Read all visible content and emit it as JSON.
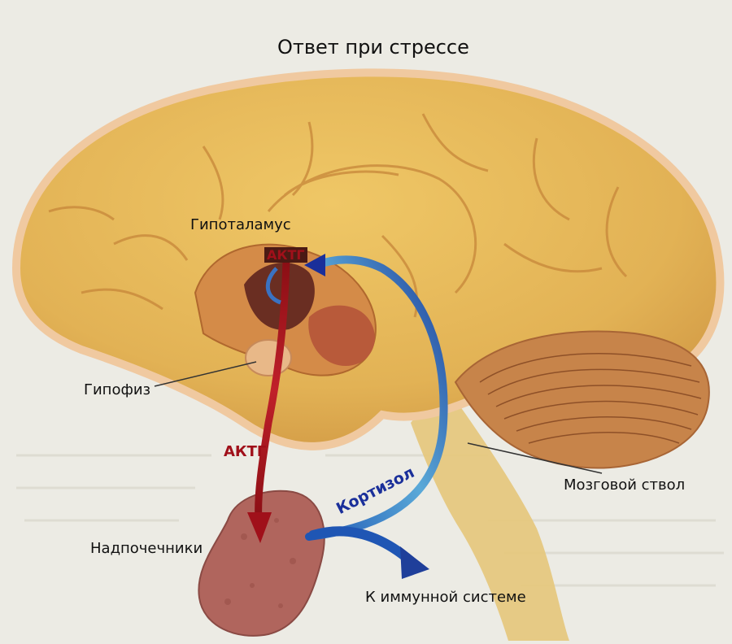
{
  "title": "Ответ при стрессе",
  "labels": {
    "hypothalamus": "Гипоталамус",
    "pituitary": "Гипофиз",
    "brainstem": "Мозговой ствол",
    "adrenals": "Надпочечники",
    "immune": "К иммунной системе",
    "actg_top": "АКТГ",
    "actg_mid": "АКТГ",
    "cortisol": "Кортизол"
  },
  "colors": {
    "background": "#ecebe4",
    "brain": "#e2b255",
    "cerebellum": "#c7844a",
    "adrenal": "#b0655d",
    "actg_arrow": "#a0101a",
    "cortisol_arrow": "#1f56b4"
  }
}
